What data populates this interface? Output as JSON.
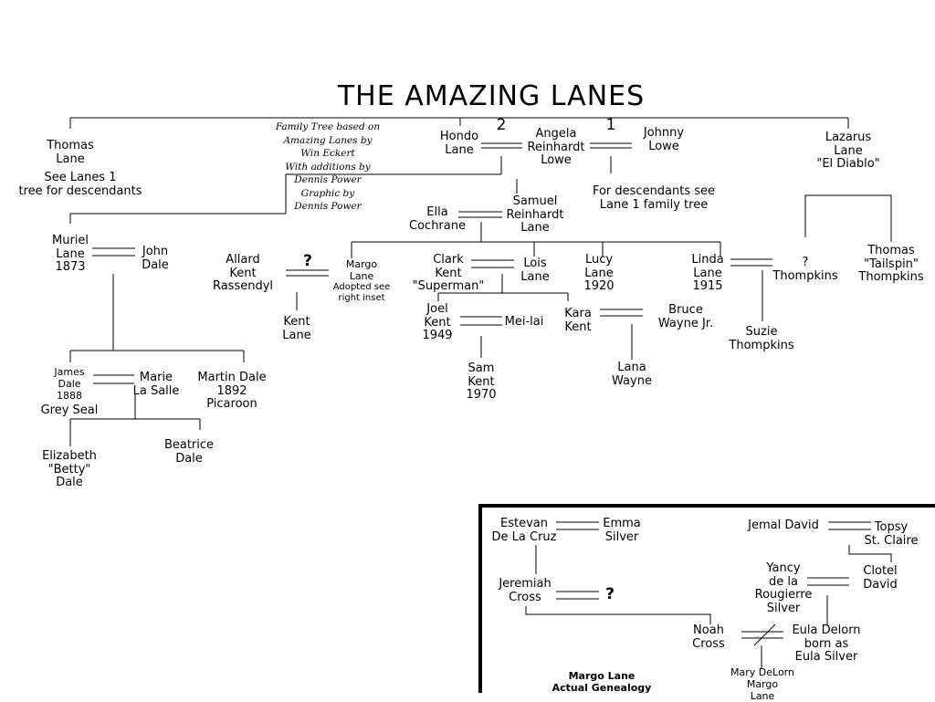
{
  "title": "THE AMAZING LANES",
  "note": [
    "Family Tree based on",
    "Amazing Lanes  by",
    "Win Eckert",
    "With additions by",
    "Dennis Power",
    "Graphic by",
    "Dennis Power"
  ],
  "people": {
    "thomas_lane": [
      "Thomas",
      "Lane"
    ],
    "thomas_lane_note": [
      "See Lanes 1",
      "tree for descendants"
    ],
    "hondo_lane": [
      "Hondo",
      "Lane"
    ],
    "angela_lowe": [
      "Angela",
      "Reinhardt",
      "Lowe"
    ],
    "johnny_lowe": [
      "Johnny",
      "Lowe"
    ],
    "descendants_note": [
      "For descendants see",
      "Lane 1 family tree"
    ],
    "lazarus_lane": [
      "Lazarus",
      "Lane",
      "\"El Diablo\""
    ],
    "ella_cochrane": [
      "Ella",
      "Cochrane"
    ],
    "samuel_lane": [
      "Samuel",
      "Reinhardt",
      "Lane"
    ],
    "muriel_lane": [
      "Muriel",
      "Lane",
      "1873"
    ],
    "john_dale": [
      "John",
      "Dale"
    ],
    "allard_rassendyl": [
      "Allard",
      "Kent",
      "Rassendyl"
    ],
    "margo_lane": [
      "Margo",
      "Lane"
    ],
    "margo_lane_note": [
      "Adopted see",
      "right inset"
    ],
    "kent_lane": [
      "Kent",
      "Lane"
    ],
    "clark_kent": [
      "Clark",
      "Kent",
      "\"Superman\""
    ],
    "lois_lane": [
      "Lois",
      "Lane"
    ],
    "lucy_lane": [
      "Lucy",
      "Lane",
      "1920"
    ],
    "linda_lane": [
      "Linda",
      "Lane",
      "1915"
    ],
    "thompkins": [
      "?",
      "Thompkins"
    ],
    "thomas_thompkins": [
      "Thomas",
      "\"Tailspin\"",
      "Thompkins"
    ],
    "suzie_thompkins": [
      "Suzie",
      "Thompkins"
    ],
    "joel_kent": [
      "Joel",
      "Kent",
      "1949"
    ],
    "mei_lai": [
      "Mei-lai"
    ],
    "kara_kent": [
      "Kara",
      "Kent"
    ],
    "bruce_wayne": [
      "Bruce",
      "Wayne Jr."
    ],
    "sam_kent": [
      "Sam",
      "Kent",
      "1970"
    ],
    "lana_wayne": [
      "Lana",
      "Wayne"
    ],
    "james_dale": [
      "James",
      "Dale",
      "1888"
    ],
    "grey_seal": [
      "Grey Seal"
    ],
    "marie_la_salle": [
      "Marie",
      "La Salle"
    ],
    "martin_dale": [
      "Martin Dale",
      "1892",
      "Picaroon"
    ],
    "elizabeth_dale": [
      "Elizabeth",
      "\"Betty\"",
      "Dale"
    ],
    "beatrice_dale": [
      "Beatrice",
      "Dale"
    ]
  },
  "marks": {
    "m2": "2",
    "m1": "1",
    "q_allard": "?",
    "q_jeremiah": "?"
  },
  "inset": {
    "title": [
      "Margo Lane",
      "Actual Genealogy"
    ],
    "estevan": [
      "Estevan",
      "De La Cruz"
    ],
    "emma": [
      "Emma",
      "Silver"
    ],
    "jeremiah": [
      "Jeremiah",
      "Cross"
    ],
    "noah": [
      "Noah",
      "Cross"
    ],
    "jemal": [
      "Jemal David"
    ],
    "topsy": [
      "Topsy",
      "St. Claire"
    ],
    "yancy": [
      "Yancy",
      "de la",
      "Rougierre",
      "Silver"
    ],
    "clotel": [
      "Clotel",
      "David"
    ],
    "eula": [
      "Eula Delorn",
      "born as",
      "Eula Silver"
    ],
    "mary": [
      "Mary DeLorn",
      "Margo",
      "Lane"
    ]
  }
}
